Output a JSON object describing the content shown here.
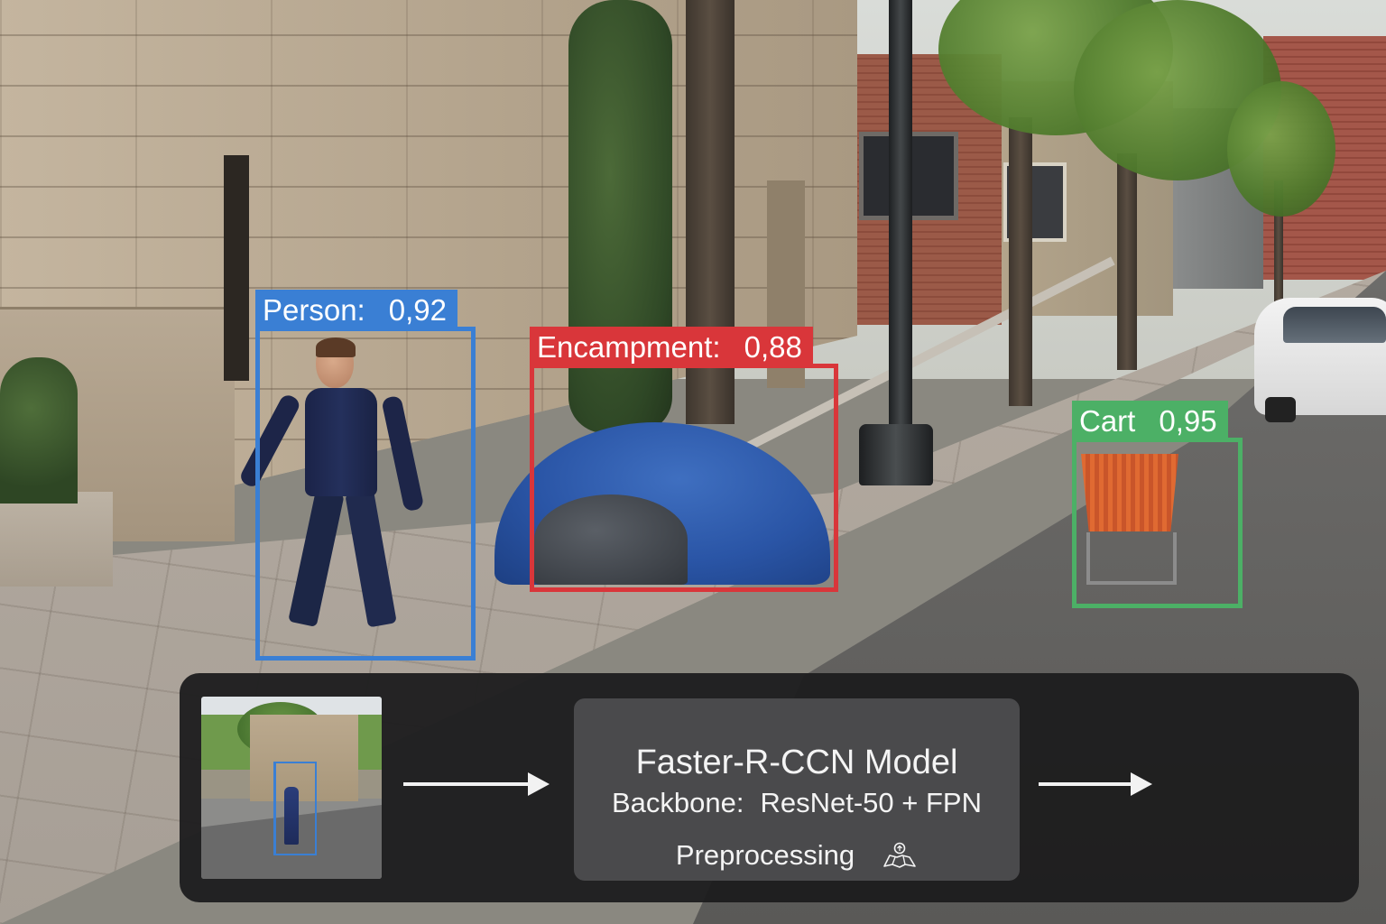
{
  "detections": [
    {
      "label": "Person:",
      "score": "0,92",
      "color": "#3a7fd4"
    },
    {
      "label": "Encampment:",
      "score": "0,88",
      "color": "#d9363a"
    },
    {
      "label": "Cart",
      "score": "0,95",
      "color": "#4cb066"
    }
  ],
  "pipeline": {
    "model_title": "Faster-R-CCN Model",
    "backbone_label": "Backbone:",
    "backbone_value": "ResNet-50 + FPN",
    "preprocessing_label": "Preprocessing",
    "preprocessing_icon": "map-icon"
  },
  "colors": {
    "panel_background": "#1c1c1e",
    "model_box": "#4a4a4c"
  }
}
